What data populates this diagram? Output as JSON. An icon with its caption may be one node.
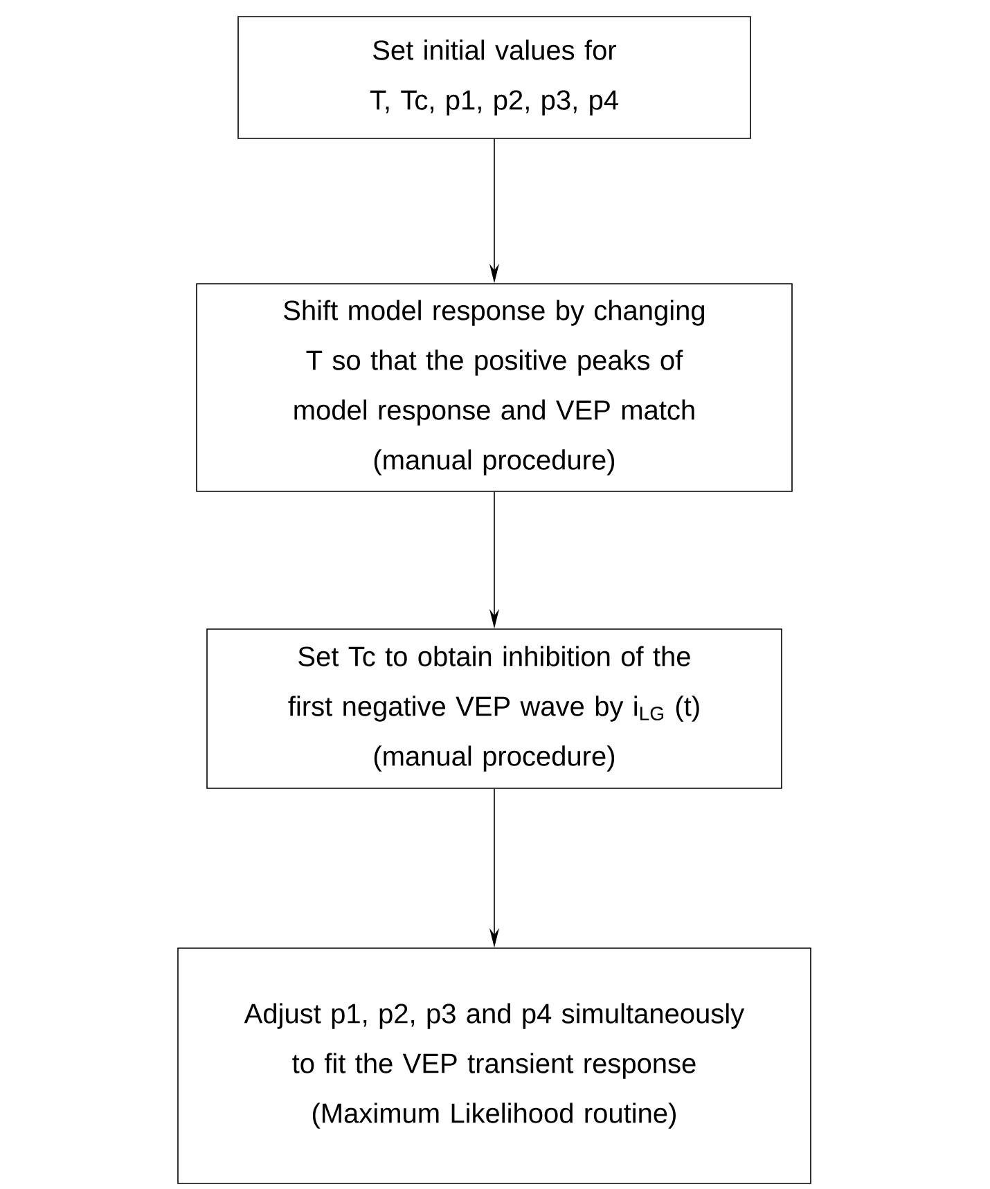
{
  "diagram": {
    "nodes": [
      {
        "text": [
          "Set initial values for T, Tc, p1, p2, p3, p4"
        ]
      },
      {
        "text": [
          "Shift model response by changing T so that the positive peaks of model response and VEP match",
          "(manual procedure)"
        ]
      },
      {
        "text": [
          "Set Tc to obtain inhibition of the first negative VEP wave by i$_{LG}$ (t)",
          "(manual procedure)"
        ]
      },
      {
        "text": [
          "Adjust p1, p2, p3 and p4 simultaneously to fit the VEP transient response",
          "(Maximum Likelihood routine)"
        ]
      }
    ],
    "edges": [
      {
        "from": 0,
        "to": 1,
        "arrow": "to"
      },
      {
        "from": 1,
        "to": 2,
        "arrow": "to"
      },
      {
        "from": 2,
        "to": 3,
        "arrow": "to"
      }
    ]
  }
}
